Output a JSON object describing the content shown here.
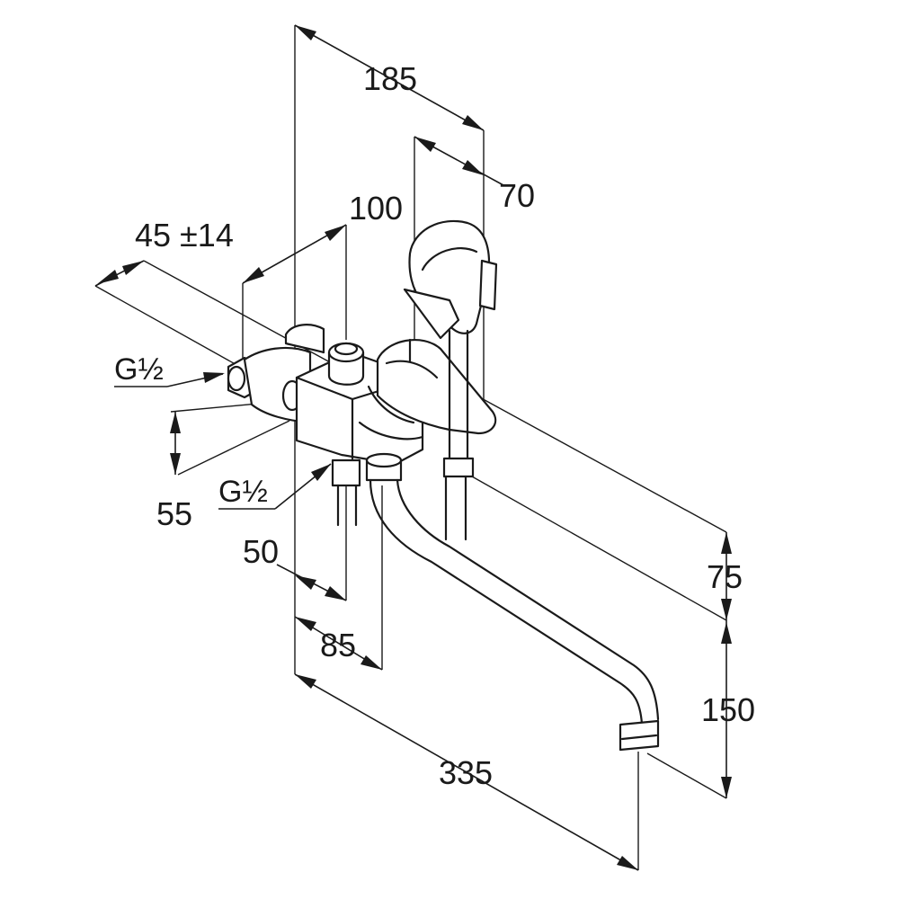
{
  "dimensions": {
    "d185": "185",
    "d70": "70",
    "d100": "100",
    "d45": "45 ±14",
    "thread_top": "G½",
    "thread_bottom": "G½",
    "d55": "55",
    "d50": "50",
    "d85": "85",
    "d335": "335",
    "d75": "75",
    "d150": "150"
  }
}
